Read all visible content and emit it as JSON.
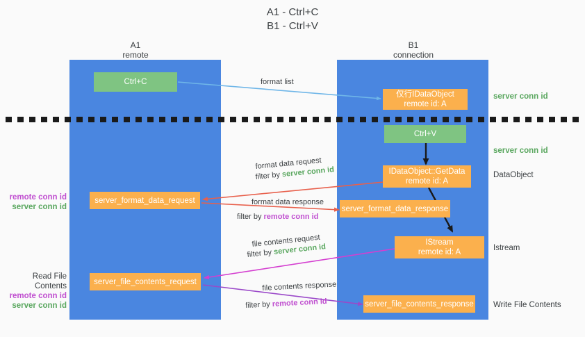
{
  "title": {
    "line1": "A1 - Ctrl+C",
    "line2": "B1 - Ctrl+V"
  },
  "lanes": [
    {
      "id": "a1",
      "name": "A1",
      "sub": "remote"
    },
    {
      "id": "b1",
      "name": "B1",
      "sub": "connection"
    }
  ],
  "nodes": {
    "ctrl_c": {
      "label": "Ctrl+C"
    },
    "clipboard_dataobject": {
      "line1": "仅行IDataObject",
      "line2": "remote id: A"
    },
    "ctrl_v": {
      "label": "Ctrl+V"
    },
    "getdata": {
      "line1": "IDataObject::GetData",
      "line2": "remote id: A"
    },
    "istream": {
      "line1": "IStream",
      "line2": "remote id: A"
    },
    "server_format_data_request": {
      "label": "server_format_data_request"
    },
    "server_format_data_response": {
      "label": "server_format_data_response"
    },
    "server_file_contents_request": {
      "label": "server_file_contents_request"
    },
    "server_file_contents_response": {
      "label": "server_file_contents_response"
    }
  },
  "right_labels": {
    "server_conn_id_1": "server conn id",
    "server_conn_id_2": "server conn id",
    "dataobject": "DataObject",
    "istream": "Istream",
    "write_file_contents": "Write File Contents"
  },
  "left_labels": {
    "remote_conn_id_1": "remote conn id",
    "server_conn_id_1": "server conn id",
    "read_file_contents": "Read File Contents",
    "remote_conn_id_2": "remote conn id",
    "server_conn_id_2": "server conn id"
  },
  "edges": [
    {
      "id": "format-list",
      "text": "format list"
    },
    {
      "id": "format-data-request",
      "text": "format data request"
    },
    {
      "id": "format-data-request-filter-prefix",
      "text": "filter by"
    },
    {
      "id": "format-data-request-filter-key",
      "text": "server conn id"
    },
    {
      "id": "format-data-response",
      "text": "format data response"
    },
    {
      "id": "format-data-response-filter-prefix",
      "text": "filter by"
    },
    {
      "id": "format-data-response-filter-key",
      "text": "remote conn id"
    },
    {
      "id": "file-contents-request",
      "text": "file contents request"
    },
    {
      "id": "file-contents-request-filter-prefix",
      "text": "filter by"
    },
    {
      "id": "file-contents-request-filter-key",
      "text": "server conn id"
    },
    {
      "id": "file-contents-response",
      "text": "file contents response"
    },
    {
      "id": "file-contents-response-filter-prefix",
      "text": "filter by"
    },
    {
      "id": "file-contents-response-filter-key",
      "text": "remote conn id"
    }
  ],
  "colors": {
    "lane_blue": "#4a86e0",
    "node_green": "#7fc482",
    "node_orange": "#fbb04d",
    "conn_green": "#5aa75f",
    "conn_purple": "#c04fd0",
    "arrow_lightblue": "#6fb6e8",
    "arrow_red": "#e8604c",
    "arrow_magenta": "#d43fd0",
    "arrow_purple": "#9b49c9",
    "arrow_black": "#1a1a1a",
    "divider_black": "#1a1a1a",
    "background": "#fafafa"
  }
}
